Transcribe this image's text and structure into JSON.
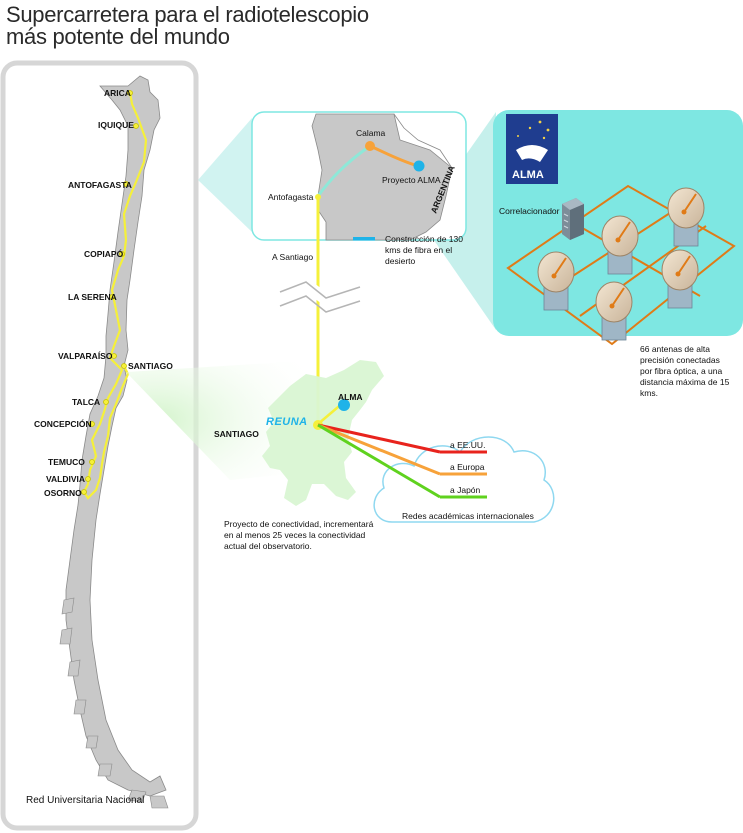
{
  "title": {
    "line1": "Supercarretera para el radiotelescopio",
    "line2": "más potente del mundo"
  },
  "map_panel": {
    "footer": "Red Universitaria Nacional",
    "cities": [
      "ARICA",
      "IQUIQUE",
      "ANTOFAGASTA",
      "COPIAPÓ",
      "LA SERENA",
      "VALPARAÍSO",
      "SANTIAGO",
      "TALCA",
      "CONCEPCIÓN",
      "TEMUCO",
      "VALDIVIA",
      "OSORNO"
    ]
  },
  "inset": {
    "calama": "Calama",
    "proyecto_alma": "Proyecto ALMA",
    "antofagasta": "Antofagasta",
    "argentina": "ARGENTINA",
    "a_santiago": "A Santiago",
    "construccion_legend": [
      "Construcción de 130",
      "kms de fibra en el",
      "desierto"
    ]
  },
  "alma_panel": {
    "logo_text": "ALMA",
    "correlacionador": "Correlacionador",
    "caption": [
      "66 antenas de alta",
      "precisión conectadas",
      "por fibra óptica, a una",
      "distancia máxima de 15",
      "kms."
    ]
  },
  "santiago_area": {
    "reuna": "REUNA",
    "alma_label": "ALMA",
    "santiago_label": "SANTIAGO",
    "caption": [
      "Proyecto de conectividad, incrementará",
      "en al menos 25 veces la conectividad",
      "actual del observatorio."
    ]
  },
  "cloud": {
    "routes": [
      {
        "label": "a EE.UU.",
        "color": "#e8231d"
      },
      {
        "label": "a Europa",
        "color": "#f7a23a"
      },
      {
        "label": "a Japón",
        "color": "#5fd21e"
      }
    ],
    "caption": "Redes académicas internacionales"
  },
  "colors": {
    "route_yellow": "#f5f03a",
    "fiber_orange": "#f7a23a",
    "fiber_cyan": "#1fb3e8",
    "teal_panel": "#7ee7e2",
    "santiago_green": "#d9f5d3"
  }
}
